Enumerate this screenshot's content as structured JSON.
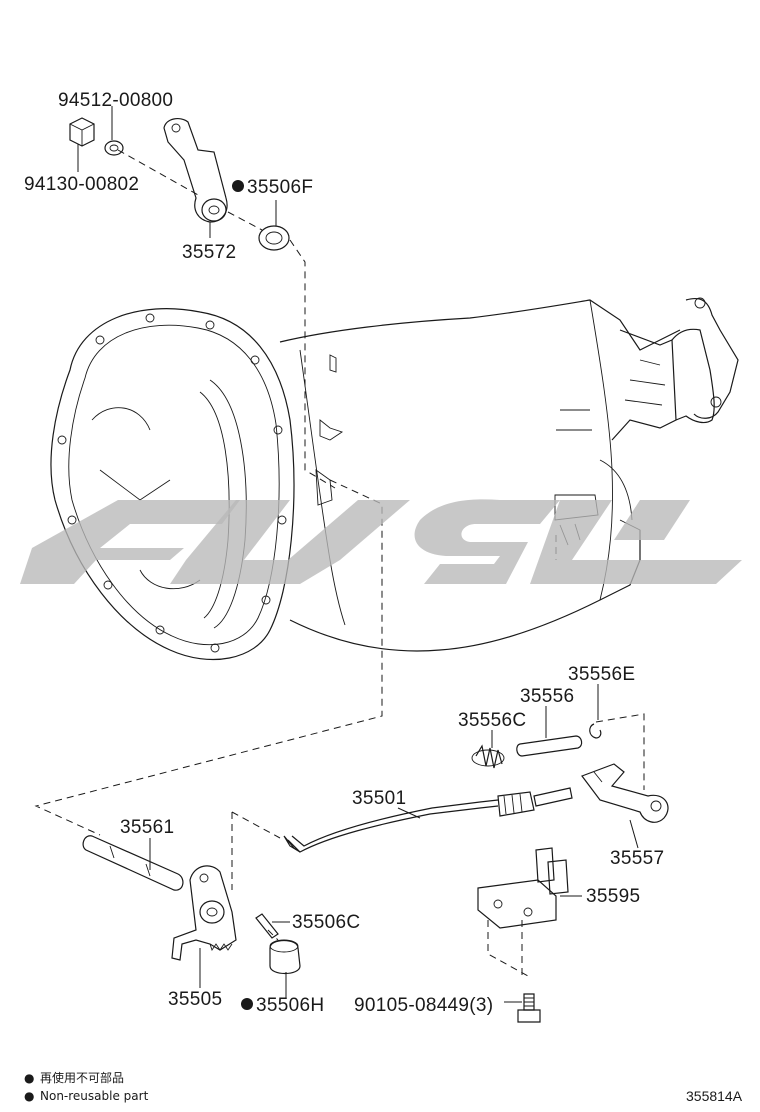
{
  "diagram": {
    "part_labels": [
      {
        "id": "p1",
        "text": "94512-00800"
      },
      {
        "id": "p2",
        "text": "94130-00802"
      },
      {
        "id": "p3",
        "text": "35506F",
        "non_reusable": true
      },
      {
        "id": "p4",
        "text": "35572"
      },
      {
        "id": "p5",
        "text": "35556E"
      },
      {
        "id": "p6",
        "text": "35556"
      },
      {
        "id": "p7",
        "text": "35556C"
      },
      {
        "id": "p8",
        "text": "35501"
      },
      {
        "id": "p9",
        "text": "35557"
      },
      {
        "id": "p10",
        "text": "35561"
      },
      {
        "id": "p11",
        "text": "35595"
      },
      {
        "id": "p12",
        "text": "35506C"
      },
      {
        "id": "p13",
        "text": "35505"
      },
      {
        "id": "p14",
        "text": "35506H",
        "non_reusable": true
      },
      {
        "id": "p15",
        "text": "90105-08449(3)"
      }
    ],
    "legend": {
      "symbol": "●",
      "line_jp": "再使用不可部品",
      "line_en": "Non-reusable part"
    },
    "diagram_code": "355814A",
    "watermark_color": "#b9b9b9"
  }
}
